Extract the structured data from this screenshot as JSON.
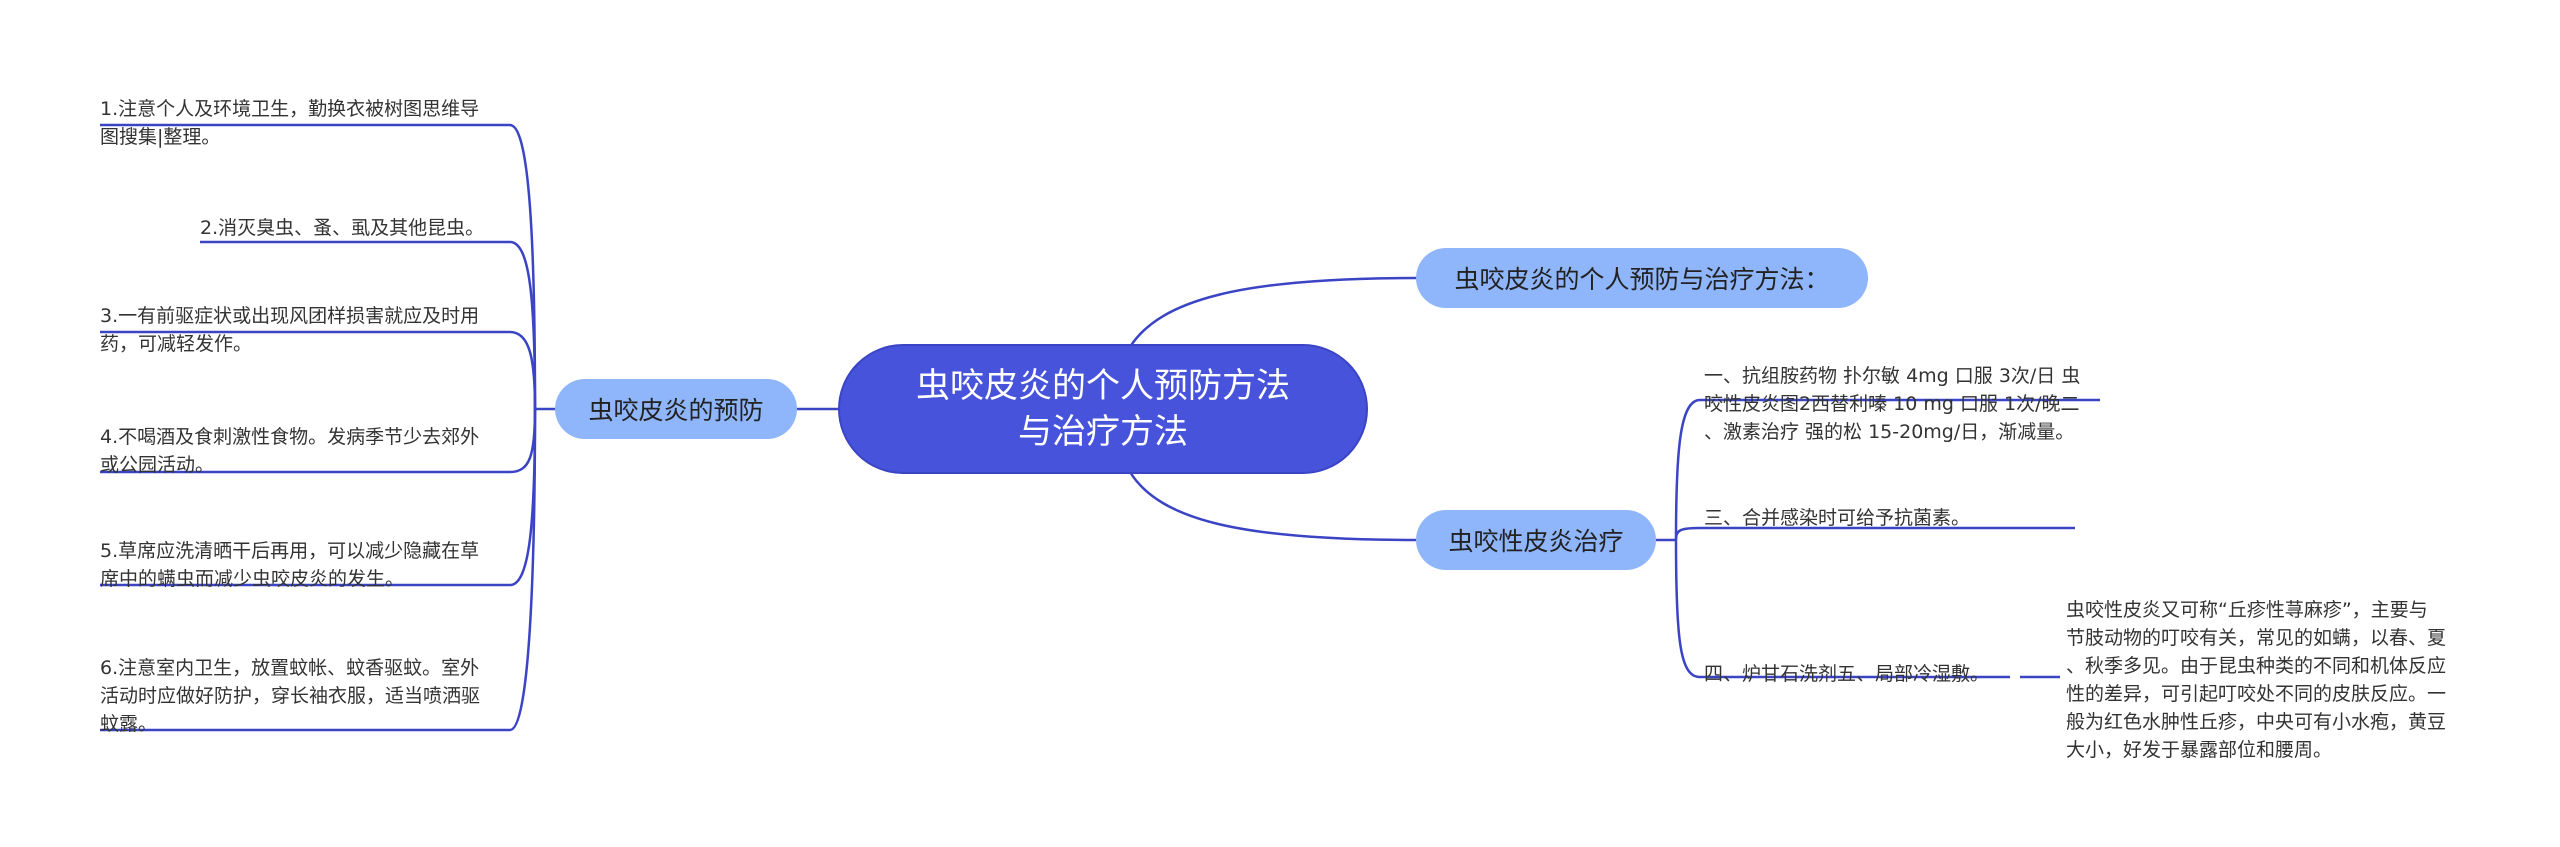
{
  "root": {
    "line1": "虫咬皮炎的个人预防方法",
    "line2": "与治疗方法"
  },
  "branches": {
    "prevention": "虫咬皮炎的预防",
    "personal": "虫咬皮炎的个人预防与治疗方法：",
    "treatment": "虫咬性皮炎治疗"
  },
  "prevention_items": [
    [
      "1.注意个人及环境卫生，勤换衣被树图思维导",
      "图搜集|整理。"
    ],
    [
      "2.消灭臭虫、蚤、虱及其他昆虫。"
    ],
    [
      "3.一有前驱症状或出现风团样损害就应及时用",
      "药，可减轻发作。"
    ],
    [
      "4.不喝酒及食刺激性食物。发病季节少去郊外",
      "或公园活动。"
    ],
    [
      "5.草席应洗清晒干后再用，可以减少隐藏在草",
      "席中的螨虫而减少虫咬皮炎的发生。"
    ],
    [
      "6.注意室内卫生，放置蚊帐、蚊香驱蚊。室外",
      "活动时应做好防护，穿长袖衣服，适当喷洒驱",
      "蚊露。"
    ]
  ],
  "treatment_items": [
    [
      "一、抗组胺药物 扑尔敏 4mg 口服 3次/日 虫",
      "咬性皮炎图2西替利嗪 10 mg 口服 1次/晚二",
      "、激素治疗 强的松 15-20mg/日，渐减量。"
    ],
    [
      "三、合并感染时可给予抗菌素。"
    ],
    [
      "四、炉甘石洗剂五、局部冷湿敷。"
    ]
  ],
  "detail": [
    "虫咬性皮炎又可称“丘疹性荨麻疹”，主要与",
    "节肢动物的叮咬有关，常见的如螨，以春、夏",
    "、秋季多见。由于昆虫种类的不同和机体反应",
    "性的差异，可引起叮咬处不同的皮肤反应。一",
    "般为红色水肿性丘疹，中央可有小水疱，黄豆",
    "大小，好发于暴露部位和腰周。"
  ],
  "colors": {
    "root": "#4753db",
    "branch": "#8fb5fb",
    "line": "#3a44c4"
  }
}
